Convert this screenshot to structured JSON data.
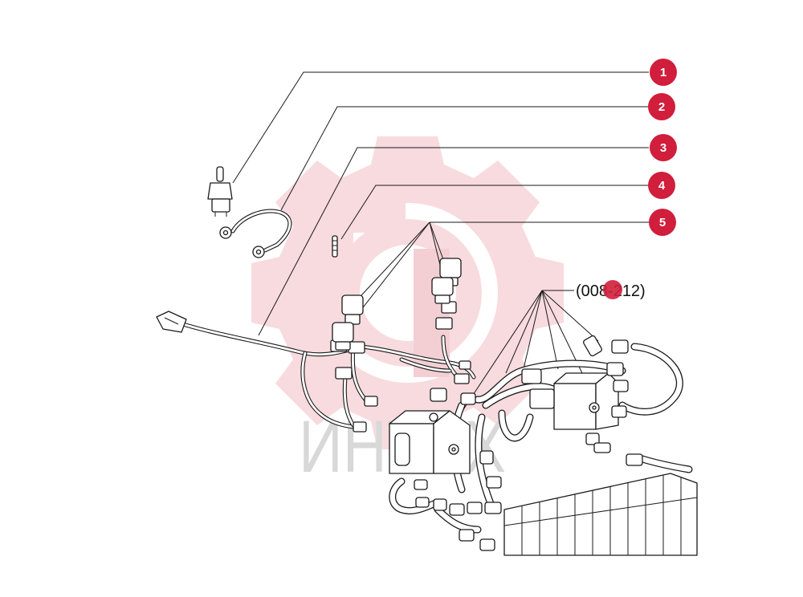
{
  "diagram": {
    "callouts": [
      {
        "label": "1"
      },
      {
        "label": "2"
      },
      {
        "label": "3"
      },
      {
        "label": "4"
      },
      {
        "label": "5"
      }
    ],
    "reference_label": "(008-212)",
    "watermark_text": "ИНТЕХ",
    "colors": {
      "badge": "#d01e3c",
      "watermark_logo": "#f7d5d9",
      "line": "#1a1a1a"
    }
  }
}
